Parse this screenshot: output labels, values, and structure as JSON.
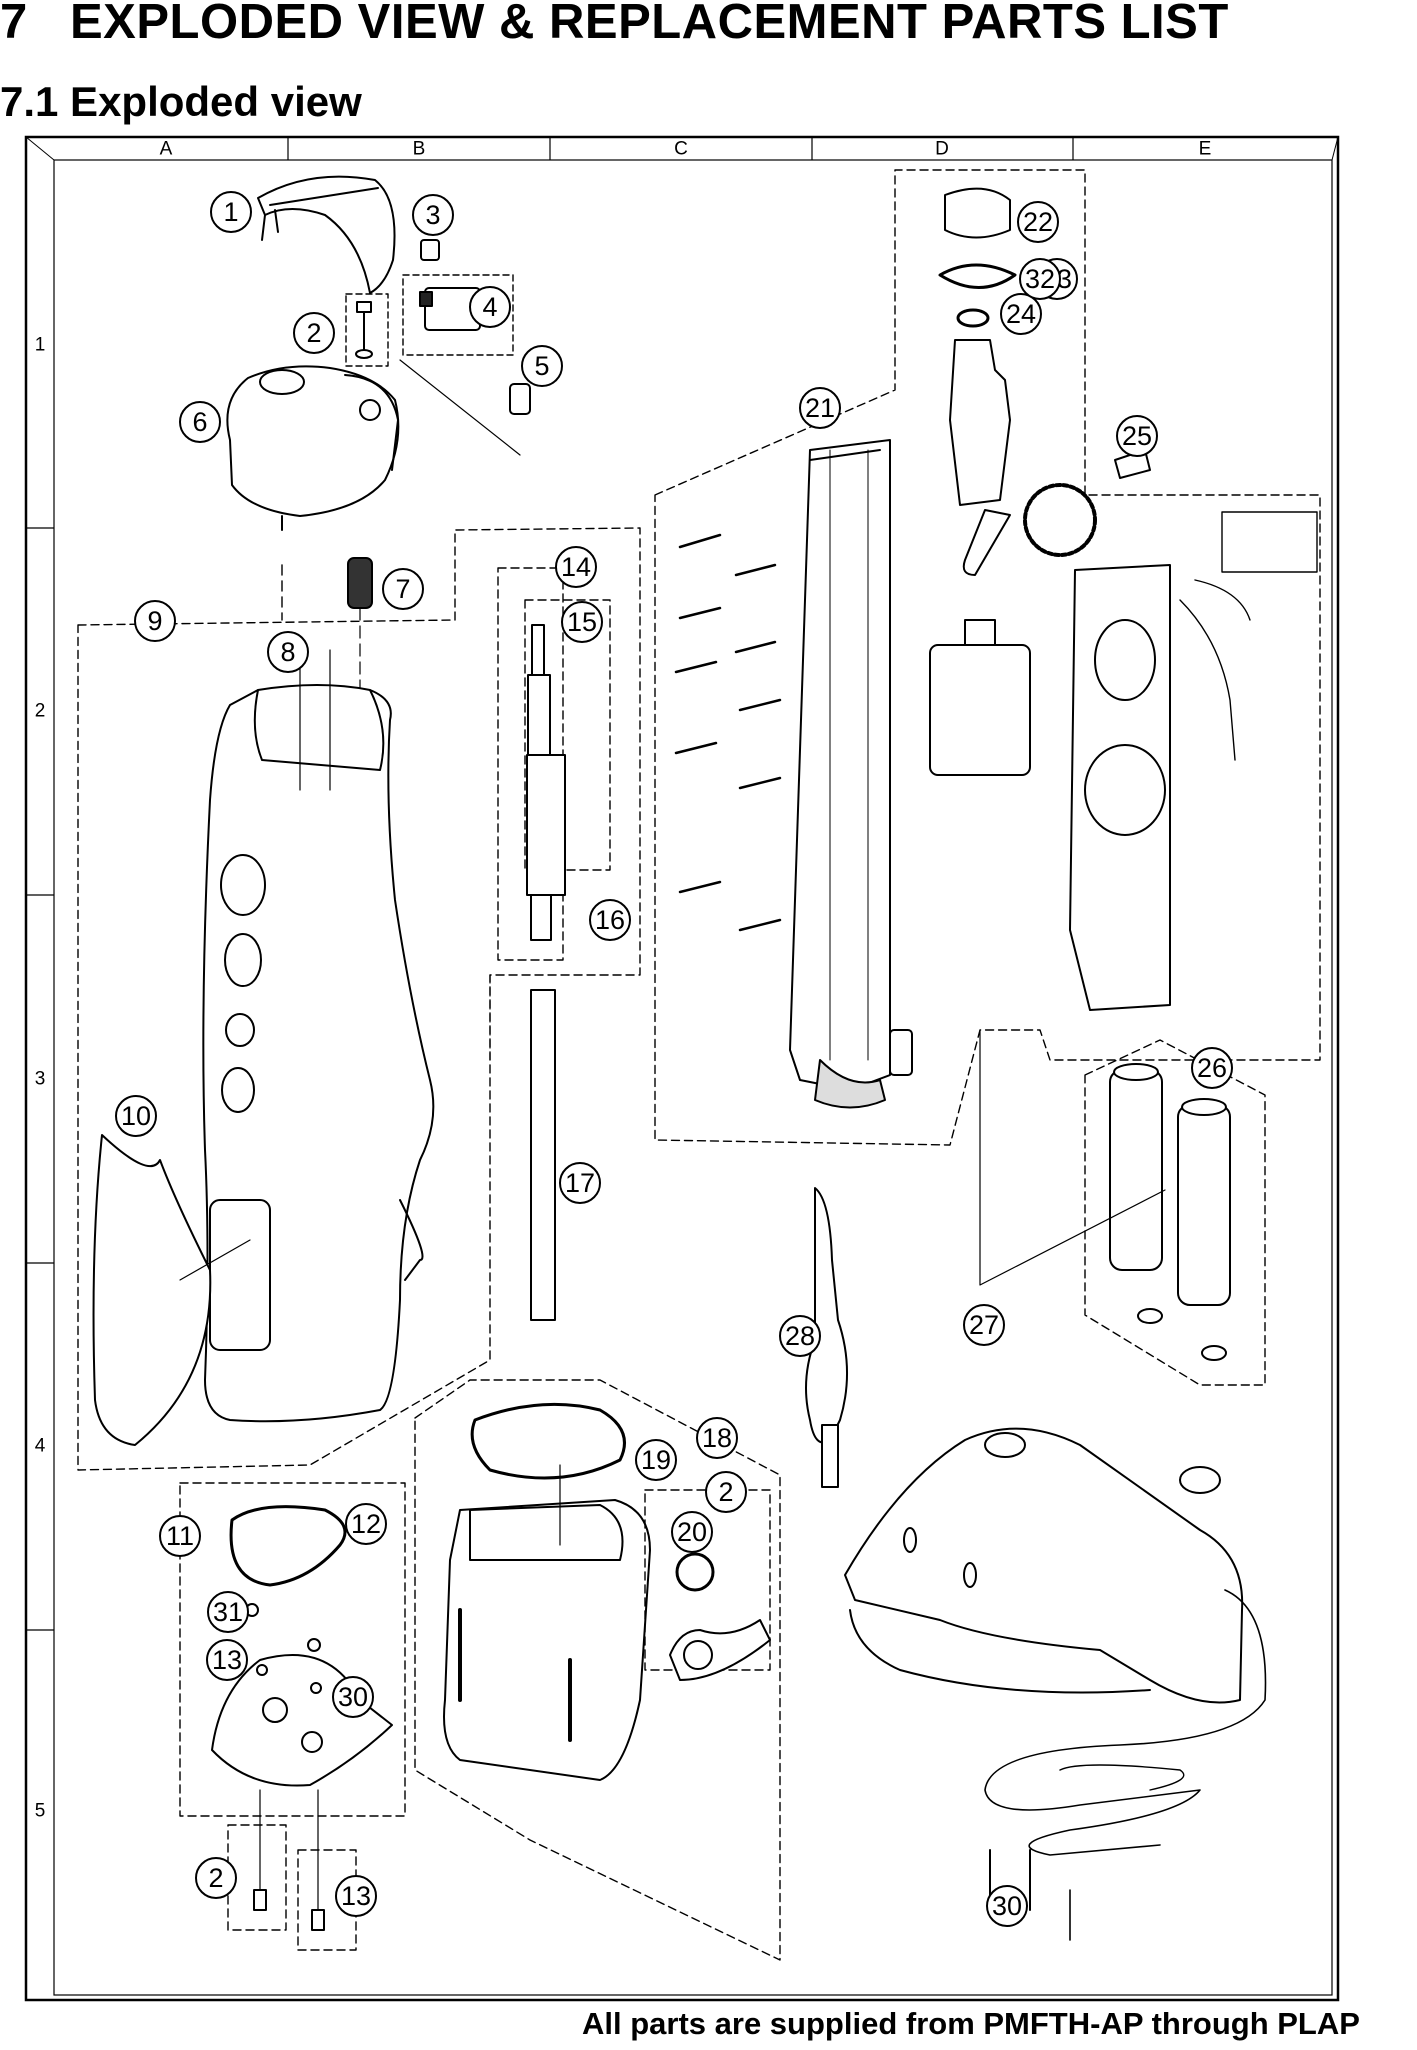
{
  "heading": {
    "number": "7",
    "title": "EXPLODED VIEW & REPLACEMENT PARTS LIST"
  },
  "subheading": "7.1 Exploded view",
  "grid": {
    "columns": [
      "A",
      "B",
      "C",
      "D",
      "E"
    ],
    "rows": [
      "1",
      "2",
      "3",
      "4",
      "5"
    ]
  },
  "callouts": [
    "1",
    "2",
    "3",
    "4",
    "5",
    "6",
    "7",
    "8",
    "9",
    "10",
    "11",
    "12",
    "13",
    "14",
    "15",
    "16",
    "17",
    "18",
    "19",
    "20",
    "21",
    "22",
    "23",
    "24",
    "25",
    "26",
    "27",
    "28",
    "30",
    "31",
    "32",
    "2",
    "2",
    "13",
    "30"
  ],
  "footer": "All parts are supplied from PMFTH-AP through PLAP"
}
